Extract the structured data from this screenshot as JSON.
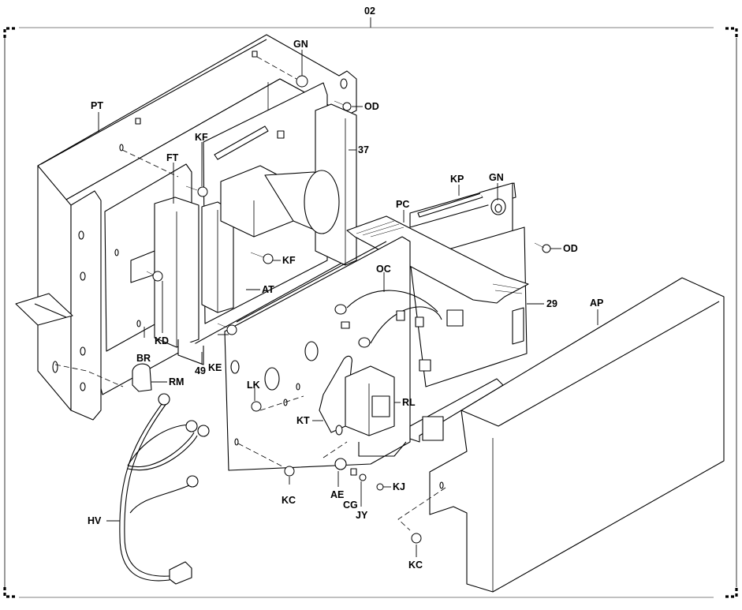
{
  "diagram": {
    "figure_number": "02",
    "type": "exploded parts diagram",
    "callouts": [
      {
        "id": "pt",
        "label": "PT"
      },
      {
        "id": "gn1",
        "label": "GN"
      },
      {
        "id": "od1",
        "label": "OD"
      },
      {
        "id": "p37",
        "label": "37"
      },
      {
        "id": "kf1",
        "label": "KF"
      },
      {
        "id": "ft",
        "label": "FT"
      },
      {
        "id": "kf2",
        "label": "KF"
      },
      {
        "id": "kp",
        "label": "KP"
      },
      {
        "id": "gn2",
        "label": "GN"
      },
      {
        "id": "pc",
        "label": "PC"
      },
      {
        "id": "od2",
        "label": "OD"
      },
      {
        "id": "at",
        "label": "AT"
      },
      {
        "id": "oc",
        "label": "OC"
      },
      {
        "id": "p29",
        "label": "29"
      },
      {
        "id": "ap",
        "label": "AP"
      },
      {
        "id": "kd",
        "label": "KD"
      },
      {
        "id": "br",
        "label": "BR"
      },
      {
        "id": "p49",
        "label": "49"
      },
      {
        "id": "ke",
        "label": "KE"
      },
      {
        "id": "rm",
        "label": "RM"
      },
      {
        "id": "lk",
        "label": "LK"
      },
      {
        "id": "rl",
        "label": "RL"
      },
      {
        "id": "kt",
        "label": "KT"
      },
      {
        "id": "kc1",
        "label": "KC"
      },
      {
        "id": "ae",
        "label": "AE"
      },
      {
        "id": "cg",
        "label": "CG"
      },
      {
        "id": "jy",
        "label": "JY"
      },
      {
        "id": "kj",
        "label": "KJ"
      },
      {
        "id": "hv",
        "label": "HV"
      },
      {
        "id": "kc2",
        "label": "KC"
      }
    ]
  }
}
